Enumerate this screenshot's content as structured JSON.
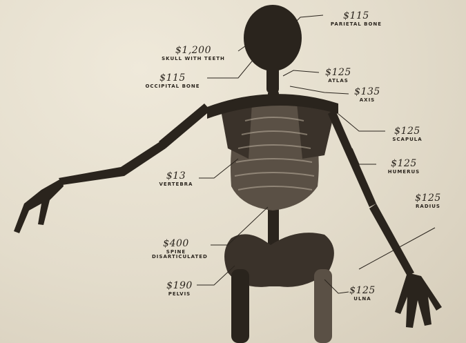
{
  "image": {
    "subject": "skeleton-back-view",
    "palette": {
      "paper": "#e6dfcf",
      "bone_dark": "#2a241d",
      "bone_mid": "#5a5045",
      "bone_light": "#bdb2a0"
    }
  },
  "labels": [
    {
      "price": "$115",
      "name": "PARIETAL BONE"
    },
    {
      "price": "$1,200",
      "name": "SKULL WITH TEETH"
    },
    {
      "price": "$115",
      "name": "OCCIPITAL BONE"
    },
    {
      "price": "$125",
      "name": "ATLAS"
    },
    {
      "price": "$135",
      "name": "AXIS"
    },
    {
      "price": "$125",
      "name": "SCAPULA"
    },
    {
      "price": "$125",
      "name": "HUMERUS"
    },
    {
      "price": "$13",
      "name": "VERTEBRA"
    },
    {
      "price": "$125",
      "name": "RADIUS"
    },
    {
      "price": "$400",
      "name": "SPINE DISARTICULATED"
    },
    {
      "price": "$190",
      "name": "PELVIS"
    },
    {
      "price": "$125",
      "name": "ULNA"
    }
  ]
}
